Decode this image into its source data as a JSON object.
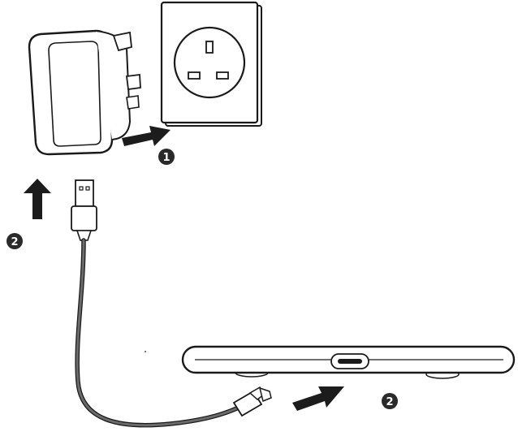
{
  "steps": {
    "wall_step_number": "1",
    "usb_step_number": "2",
    "device_step_number": "2"
  },
  "icons": {
    "wall_socket": "uk-wall-socket-icon",
    "plug_adapter": "uk-plug-adapter-icon",
    "usb_cable": "usb-to-micro-usb-cable-icon",
    "device": "device-bar-icon",
    "arrow": "push-arrow-icon"
  },
  "colors": {
    "stroke": "#1a1a1a",
    "cable": "#6b6b6b",
    "badge": "#2a2a2a",
    "arrow": "#1c1c1c"
  }
}
